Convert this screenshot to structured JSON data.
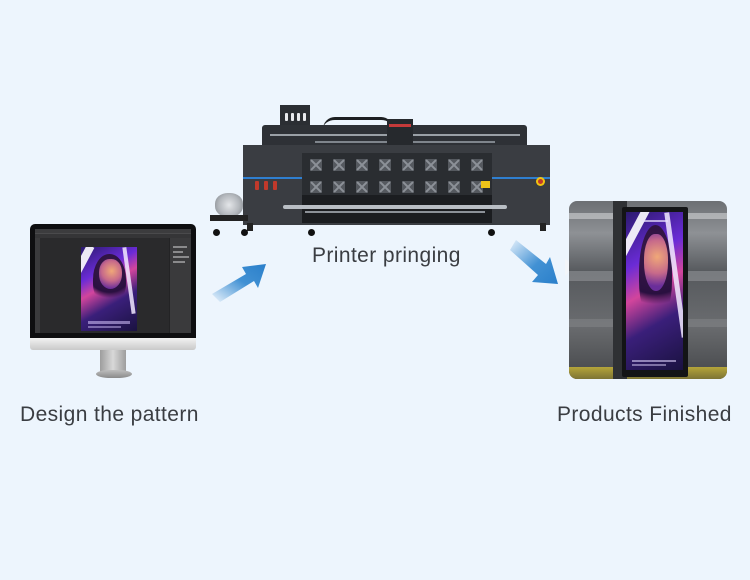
{
  "steps": [
    {
      "id": "design",
      "caption": "Design the pattern",
      "image": "monitor-with-photoshop-poster"
    },
    {
      "id": "print",
      "caption": "Printer pringing",
      "image": "large-format-printer"
    },
    {
      "id": "finish",
      "caption": "Products Finished",
      "image": "subway-lightbox-poster"
    }
  ],
  "arrows": [
    {
      "from": "design",
      "to": "print",
      "direction": "up-right",
      "icon": "arrow-up-right-icon"
    },
    {
      "from": "print",
      "to": "finish",
      "direction": "down-right",
      "icon": "arrow-down-right-icon"
    }
  ],
  "colors": {
    "background": "#edf5fd",
    "caption_text": "#3a3d42",
    "arrow_blue": "#2f86cf",
    "printer_stripe": "#2f7fd0"
  }
}
